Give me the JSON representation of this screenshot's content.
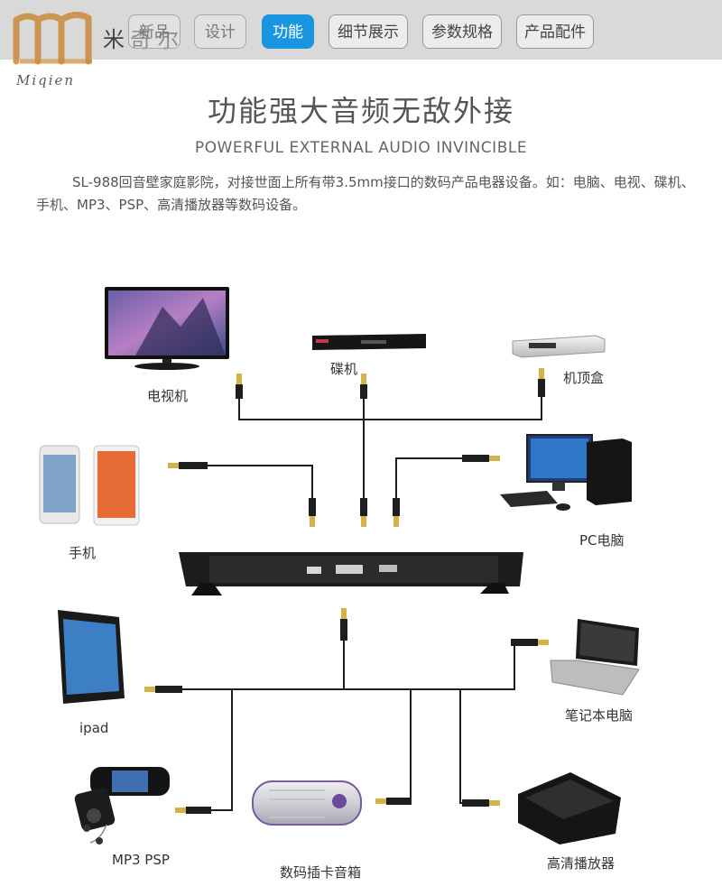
{
  "brand": {
    "name_cn": "米奇尔",
    "name_en": "Miqien"
  },
  "nav": {
    "tabs": [
      {
        "label": "新品",
        "state": "ghost"
      },
      {
        "label": "设计",
        "state": "ghost"
      },
      {
        "label": "功能",
        "state": "active"
      },
      {
        "label": "细节展示",
        "state": "normal"
      },
      {
        "label": "参数规格",
        "state": "normal"
      },
      {
        "label": "产品配件",
        "state": "normal"
      }
    ]
  },
  "section": {
    "title": "功能强大音频无敌外接",
    "subtitle": "POWERFUL EXTERNAL AUDIO INVINCIBLE",
    "description": "SL-988回音壁家庭影院，对接世面上所有带3.5mm接口的数码产品电器设备。如：电脑、电视、碟机、手机、MP3、PSP、高清播放器等数码设备。"
  },
  "devices": {
    "tv": "电视机",
    "dvd": "碟机",
    "settop": "机顶盒",
    "phone": "手机",
    "pc": "PC电脑",
    "ipad": "ipad",
    "laptop": "笔记本电脑",
    "mp3psp": "MP3 PSP",
    "speaker": "数码插卡音箱",
    "hdplayer": "高清播放器"
  },
  "colors": {
    "accent": "#1a96e0",
    "topbar": "#d9d9d9",
    "cable": "#1e1e1e",
    "plug": "#d4b24a"
  },
  "icons": {
    "tv": "tv-icon",
    "dvd": "dvd-player-icon",
    "settop": "set-top-box-icon",
    "phone": "phone-icon",
    "pc": "desktop-pc-icon",
    "ipad": "tablet-icon",
    "laptop": "laptop-icon",
    "mp3psp": "mp3-psp-icon",
    "speaker": "card-speaker-icon",
    "hdplayer": "hd-player-icon",
    "soundbar": "soundbar-icon"
  }
}
